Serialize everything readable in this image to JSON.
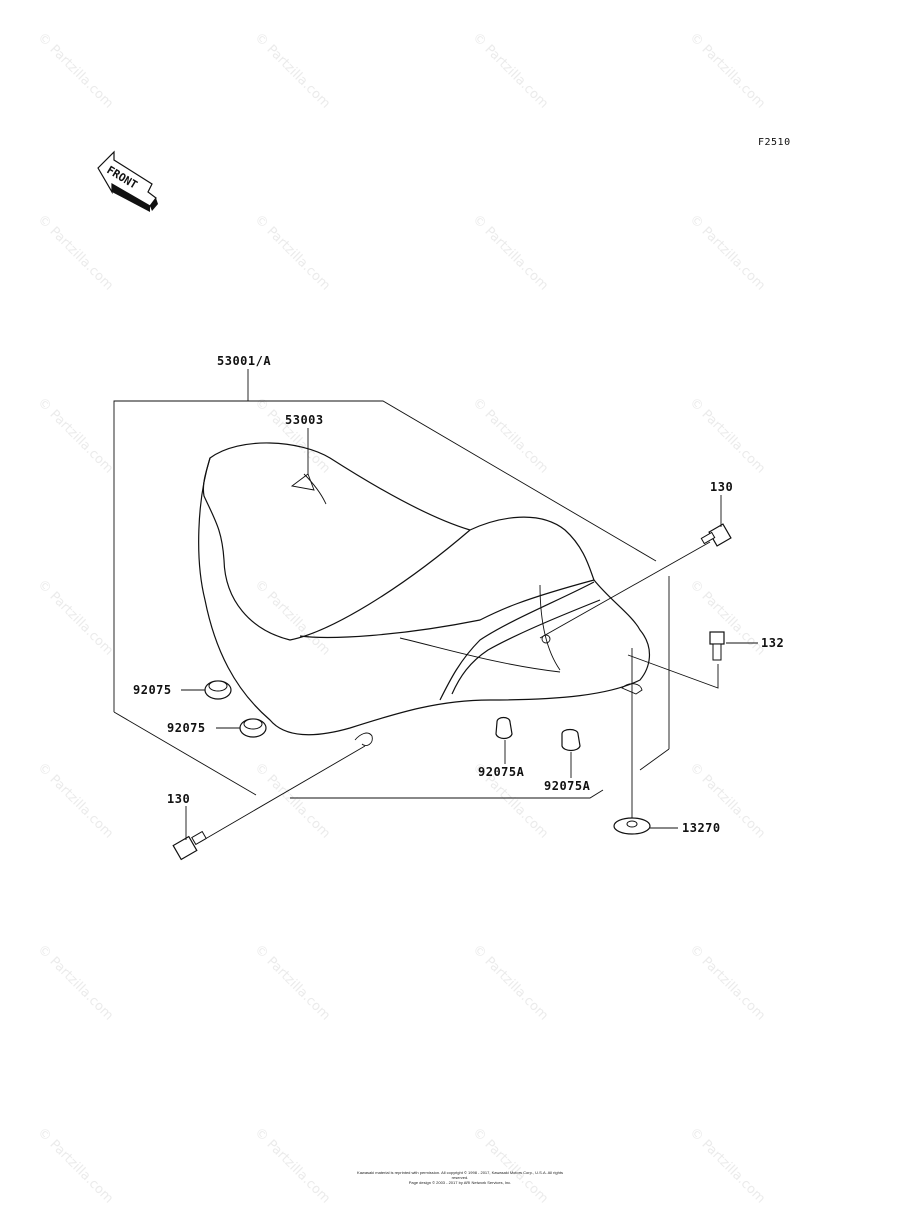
{
  "figure_code": "F2510",
  "front_marker": "FRONT",
  "watermark": "© Partzilla.com",
  "parts": {
    "seat_assembly": "53001/A",
    "seat_cover": "53003",
    "bolt_rear": "130",
    "bolt_front": "130",
    "bolt_side": "132",
    "damper_1": "92075",
    "damper_2": "92075",
    "damper_a_1": "92075A",
    "damper_a_2": "92075A",
    "nut": "13270"
  },
  "copyright": {
    "line1": "Kawasaki material is reprinted with permission. All copyright © 1998 - 2017, Kawasaki Motors Corp., U.S.A. All rights reserved.",
    "line2": "Page design © 2003 - 2017 by ARI Network Services, Inc."
  }
}
